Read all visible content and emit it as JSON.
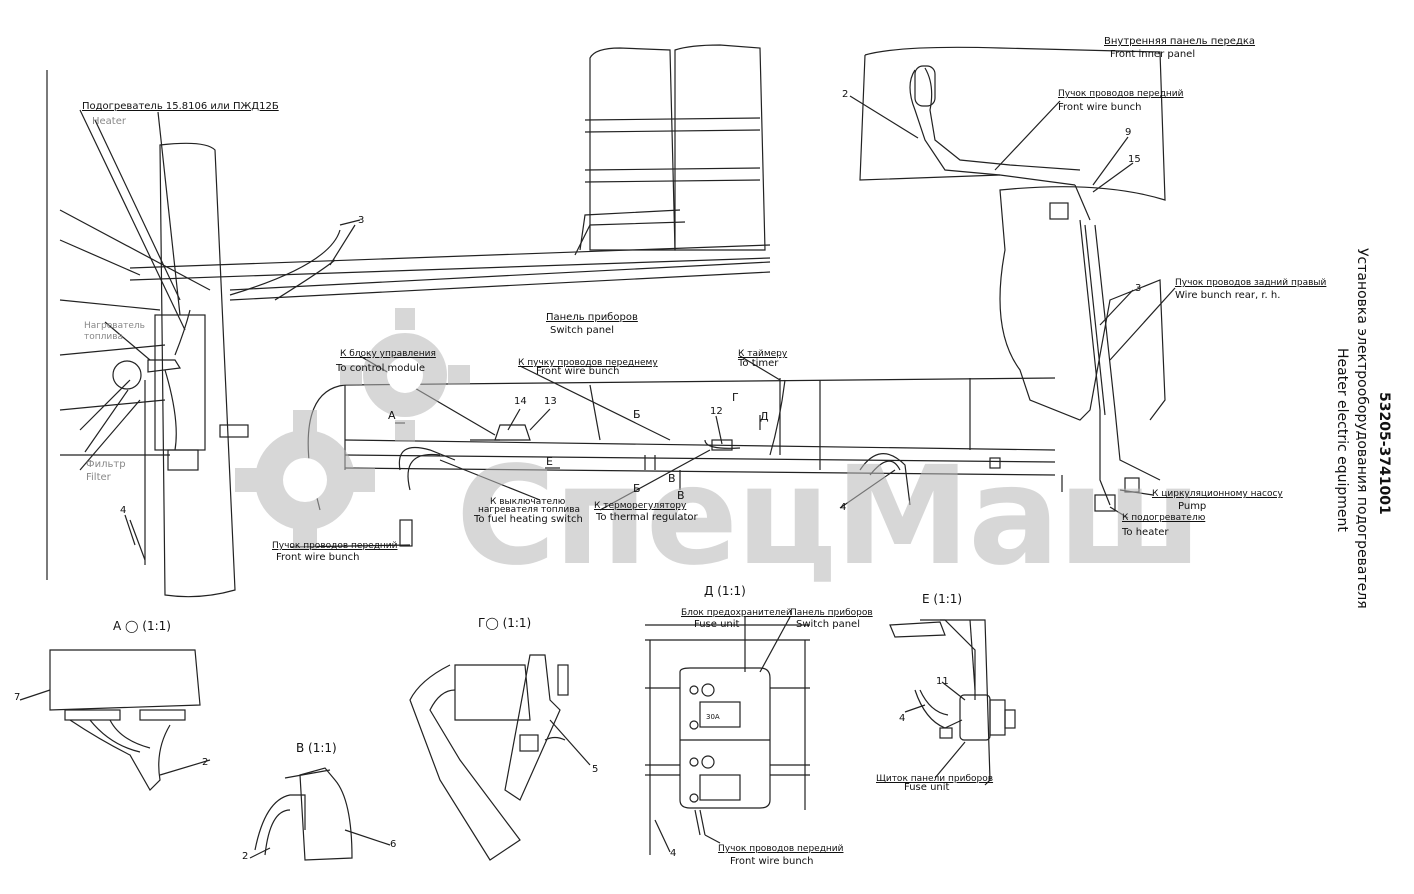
{
  "document": {
    "code": "53205-3741001",
    "title_ru": "Установка электрооборудования подогревателя",
    "title_en": "Heater electric equipment"
  },
  "watermark": {
    "text": "СпецМаш",
    "color": "#b8b8b8"
  },
  "labels": {
    "heater_model": "Подогреватель 15.8106 или ПЖД12Б",
    "heater_model_faint": "Heater",
    "fuel_heater_ru": "Нагреватель топлива",
    "filter_ru": "Фильтр",
    "filter_en": "Filter",
    "inner_panel_ru": "Внутренняя панель передка",
    "inner_panel_en": "Front inner panel",
    "front_bunch_ru_1": "Пучок проводов передний",
    "front_bunch_en_1": "Front wire bunch",
    "rear_bunch_ru": "Пучок проводов задний правый",
    "rear_bunch_en": "Wire bunch rear, r. h.",
    "pump_ru": "К циркуляционному насосу",
    "pump_en": "Pump",
    "heater_ru": "К подогревателю",
    "heater_en": "To heater",
    "switch_panel_ru": "Панель приборов",
    "switch_panel_en": "Switch panel",
    "control_ru": "К блоку управления",
    "control_en": "To control module",
    "to_front_bunch_ru": "К пучку проводов переднему",
    "to_front_bunch_en": "Front wire bunch",
    "timer_ru": "К таймеру",
    "timer_en": "To timer",
    "fuel_switch_ru_1": "К выключателю",
    "fuel_switch_ru_2": "нагревателя топлива",
    "fuel_switch_en": "To fuel heating switch",
    "thermo_ru": "К терморегулятору",
    "thermo_en": "To thermal regulator",
    "front_bunch_ru_2": "Пучок проводов передний",
    "front_bunch_en_2": "Front wire bunch",
    "fuse_block_ru": "Блок предохранителей",
    "fuse_block_en": "Fuse unit",
    "switch_panel2_ru": "Панель приборов",
    "switch_panel2_en": "Switch panel",
    "fuse_shield_ru": "Щиток панели приборов",
    "fuse_shield_en": "Fuse unit",
    "front_bunch_ru_3": "Пучок проводов передний",
    "front_bunch_en_3": "Front wire bunch",
    "fuse_rating": "30A"
  },
  "views": {
    "a": "А",
    "b": "Б",
    "v": "В",
    "g": "Г",
    "d": "Д",
    "e": "Е",
    "b2": "Б",
    "v2": "В",
    "view_a": "А ◯ (1:1)",
    "view_g": "Г◯ (1:1)",
    "view_d": "Д (1:1)",
    "view_e": "Е (1:1)",
    "view_v": "В (1:1)"
  },
  "callouts": {
    "c2a": "2",
    "c3a": "3",
    "c4a": "4",
    "c9": "9",
    "c15": "15",
    "c3b": "3",
    "c14": "14",
    "c13": "13",
    "c12": "12",
    "c4b": "4",
    "c7": "7",
    "c2b": "2",
    "c2c": "2",
    "c6": "6",
    "c5": "5",
    "c4c": "4",
    "c11": "11",
    "c4d": "4"
  }
}
